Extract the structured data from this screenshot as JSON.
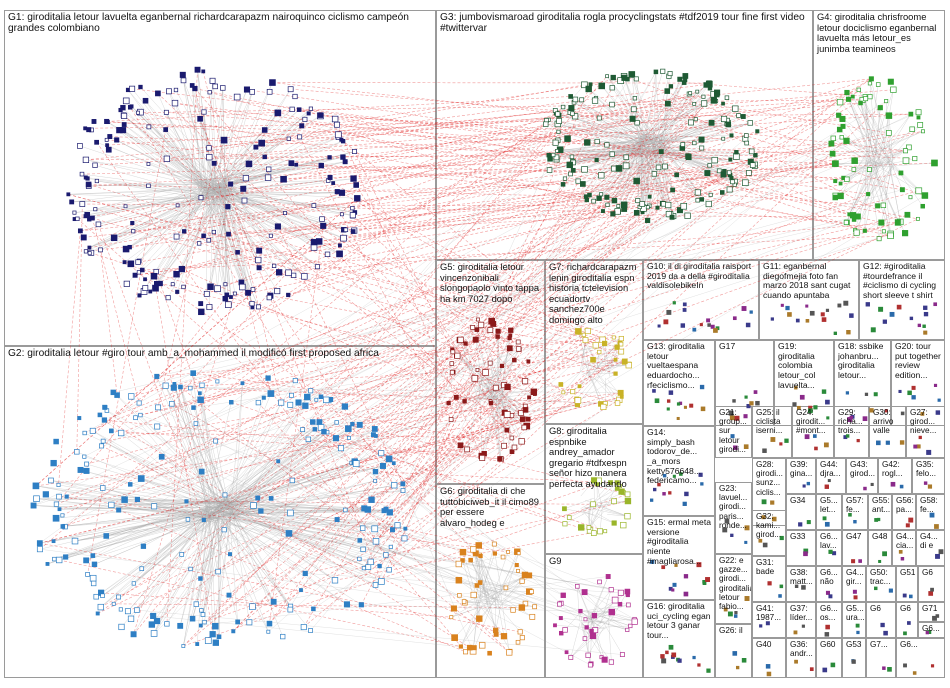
{
  "groups": [
    {
      "id": "G1",
      "label": "G1: giroditalia letour lavuelta eganbernal richardcarapazm nairoquinco ciclismo campeón grandes colombiano",
      "color": "#1a1a6e"
    },
    {
      "id": "G2",
      "label": "G2: giroditalia letour #giro tour amb_a_mohammed il modificó first proposed africa",
      "color": "#2e7fc4"
    },
    {
      "id": "G3",
      "label": "G3: jumbovismaroad giroditalia rogla procyclingstats #tdf2019 tour fine first video #twittervar",
      "color": "#1f5a34"
    },
    {
      "id": "G4",
      "label": "G4: giroditalia chrisfroome letour dociclismo eganbernal lavuelta más letour_es junimba teamineos",
      "color": "#2fa02f"
    },
    {
      "id": "G5",
      "label": "G5: giroditalia letour vincenzonibali slongopaolo vinto tappa ha km 7027 dopo",
      "color": "#8b1a1a"
    },
    {
      "id": "G6",
      "label": "G6: giroditalia di che tuttobiciweb_it il cimo89 per essere alvaro_hodeg e",
      "color": "#d9821e"
    },
    {
      "id": "G7",
      "label": "G7: richardcarapazm lenin giroditalia espn historia tctelevision ecuadortv sanchez700e domingo alto",
      "color": "#c9b227"
    },
    {
      "id": "G8",
      "label": "G8: giroditalia espnbike andrey_amador gregario #tdfxespn señor hizo manera perfecta ayudando",
      "color": "#9ab52a"
    },
    {
      "id": "G9",
      "label": "G9",
      "color": "#b0308f"
    },
    {
      "id": "G10",
      "label": "G10: il di giroditalia raisport 2019 da a della #giroditalia valdisolebikeIn",
      "color": "#6a6a6a"
    },
    {
      "id": "G11",
      "label": "G11: eganbernal diegofmejia foto fan marzo 2018 sant cugat cuando apuntaba",
      "color": "#6a6a6a"
    },
    {
      "id": "G12",
      "label": "G12: #giroditalia #tourdefrance il #ciclismo di cycling short sleeve t shirt",
      "color": "#6a6a6a"
    },
    {
      "id": "G13",
      "label": "G13: giroditalia letour vueltaespana eduardocho... rfeciclismo...",
      "color": "#6a6a6a"
    },
    {
      "id": "G14",
      "label": "G14: simply_bash todorov_de... _a_mors ketty576648... federicamo...",
      "color": "#6a6a6a"
    },
    {
      "id": "G15",
      "label": "G15: ermal meta versione #giroditalia niente #magliarosa...",
      "color": "#6a6a6a"
    },
    {
      "id": "G16",
      "label": "G16: giroditalia uci_cycling egan letour 3 ganar tour...",
      "color": "#6a6a6a"
    },
    {
      "id": "G17",
      "label": "G17",
      "color": "#222"
    },
    {
      "id": "G18",
      "label": "G18: ssbike johanbru... giroditalia letour...",
      "color": "#6a6a6a"
    },
    {
      "id": "G19",
      "label": "G19: giroditalia colombia letour_col lavuelta...",
      "color": "#6a6a6a"
    },
    {
      "id": "G20",
      "label": "G20: tour put together review edition...",
      "color": "#6a6a6a"
    },
    {
      "id": "G21",
      "label": "G21: group... sur letour girodi...",
      "color": "#6a6a6a"
    },
    {
      "id": "G22",
      "label": "G22: e gazze... girodi... giroditalia letour fabio...",
      "color": "#6a6a6a"
    },
    {
      "id": "G23",
      "label": "G23: lavuel... girodi... paris... ronde...",
      "color": "#6a6a6a"
    },
    {
      "id": "G24",
      "label": "G24: girodit... #mont...",
      "color": "#6a6a6a"
    },
    {
      "id": "G25",
      "label": "G25: il ciclista iserni...",
      "color": "#6a6a6a"
    },
    {
      "id": "G26",
      "label": "G26: il",
      "color": "#6a6a6a"
    },
    {
      "id": "G27",
      "label": "G27: girod... nieve...",
      "color": "#6a6a6a"
    },
    {
      "id": "G28",
      "label": "G28: girodi... sunz... ciclis...",
      "color": "#6a6a6a"
    },
    {
      "id": "G29",
      "label": "G29: richa... trois...",
      "color": "#6a6a6a"
    },
    {
      "id": "G30",
      "label": "G30: arrivo valle",
      "color": "#6a6a6a"
    },
    {
      "id": "G31",
      "label": "G31: bade",
      "color": "#6a6a6a"
    },
    {
      "id": "G32",
      "label": "G32: kami... girod...",
      "color": "#6a6a6a"
    },
    {
      "id": "G33",
      "label": "G33",
      "color": "#6a6a6a"
    },
    {
      "id": "G34",
      "label": "G34",
      "color": "#6a6a6a"
    },
    {
      "id": "G35",
      "label": "G35: felo...",
      "color": "#6a6a6a"
    },
    {
      "id": "G36",
      "label": "G36: andr...",
      "color": "#6a6a6a"
    },
    {
      "id": "G37",
      "label": "G37: líder...",
      "color": "#6a6a6a"
    },
    {
      "id": "G38",
      "label": "G38: matt...",
      "color": "#6a6a6a"
    },
    {
      "id": "G39",
      "label": "G39: gina...",
      "color": "#6a6a6a"
    },
    {
      "id": "G40",
      "label": "G40",
      "color": "#6a6a6a"
    },
    {
      "id": "G41",
      "label": "G41: 1987...",
      "color": "#6a6a6a"
    },
    {
      "id": "G42",
      "label": "G42: rogl...",
      "color": "#6a6a6a"
    },
    {
      "id": "G43",
      "label": "G43: girod...",
      "color": "#6a6a6a"
    },
    {
      "id": "G44",
      "label": "G44: djra...",
      "color": "#6a6a6a"
    },
    {
      "id": "G4x",
      "label": "G4... gir...",
      "color": "#6a6a6a"
    },
    {
      "id": "G47",
      "label": "G47",
      "color": "#6a6a6a"
    },
    {
      "id": "G48",
      "label": "G48",
      "color": "#6a6a6a"
    },
    {
      "id": "G4y",
      "label": "G4... cia...",
      "color": "#6a6a6a"
    },
    {
      "id": "G4z",
      "label": "G4... di e",
      "color": "#6a6a6a"
    },
    {
      "id": "G50",
      "label": "G50: trac...",
      "color": "#6a6a6a"
    },
    {
      "id": "G51",
      "label": "G51",
      "color": "#6a6a6a"
    },
    {
      "id": "G53",
      "label": "G53",
      "color": "#6a6a6a"
    },
    {
      "id": "G55",
      "label": "G55: ant...",
      "color": "#6a6a6a"
    },
    {
      "id": "G56",
      "label": "G56: pa...",
      "color": "#6a6a6a"
    },
    {
      "id": "G57",
      "label": "G57: fe...",
      "color": "#6a6a6a"
    },
    {
      "id": "G58",
      "label": "G58: fe...",
      "color": "#6a6a6a"
    },
    {
      "id": "G60",
      "label": "G60",
      "color": "#6a6a6a"
    },
    {
      "id": "G6a",
      "label": "G6... lav...",
      "color": "#6a6a6a"
    },
    {
      "id": "G6b",
      "label": "G6... não",
      "color": "#6a6a6a"
    },
    {
      "id": "G6c",
      "label": "G6... os...",
      "color": "#6a6a6a"
    },
    {
      "id": "G6d",
      "label": "G6",
      "color": "#6a6a6a"
    },
    {
      "id": "G6e",
      "label": "G6",
      "color": "#6a6a6a"
    },
    {
      "id": "G6f",
      "label": "G6",
      "color": "#6a6a6a"
    },
    {
      "id": "G6g",
      "label": "G6...",
      "color": "#6a6a6a"
    },
    {
      "id": "G6h",
      "label": "G6...",
      "color": "#6a6a6a"
    },
    {
      "id": "G71",
      "label": "G71",
      "color": "#6a6a6a"
    },
    {
      "id": "G7a",
      "label": "G7...",
      "color": "#6a6a6a"
    },
    {
      "id": "G5a",
      "label": "G5... ura...",
      "color": "#6a6a6a"
    },
    {
      "id": "G5b",
      "label": "G5... let...",
      "color": "#6a6a6a"
    }
  ],
  "edge_colors": {
    "intra": "#b0b0b0",
    "cross": "#e02020"
  }
}
